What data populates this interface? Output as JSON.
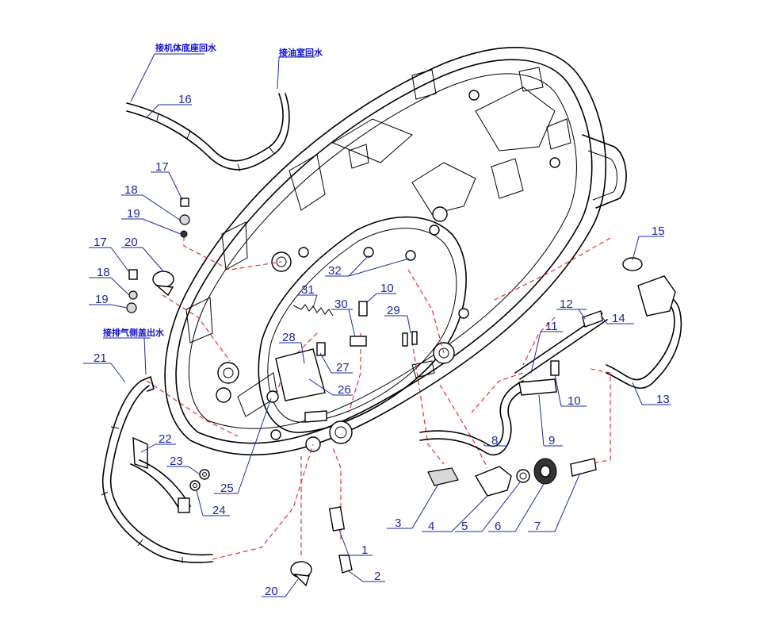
{
  "annotations": {
    "base_return_water": "接机体底座回水",
    "oil_chamber_return_water": "接油室回水",
    "exhaust_side_cover_outlet": "接排气侧盖出水"
  },
  "callouts": {
    "c1": "1",
    "c2": "2",
    "c3": "3",
    "c4": "4",
    "c5": "5",
    "c6": "6",
    "c7": "7",
    "c8": "8",
    "c9": "9",
    "c10a": "10",
    "c10b": "10",
    "c11": "11",
    "c12": "12",
    "c13": "13",
    "c14": "14",
    "c15": "15",
    "c16": "16",
    "c17a": "17",
    "c17b": "17",
    "c18a": "18",
    "c18b": "18",
    "c19a": "19",
    "c19b": "19",
    "c20a": "20",
    "c20b": "20",
    "c21": "21",
    "c22": "22",
    "c23": "23",
    "c24": "24",
    "c25": "25",
    "c26": "26",
    "c27": "27",
    "c28": "28",
    "c29": "29",
    "c30": "30",
    "c31": "31",
    "c32": "32"
  },
  "colors": {
    "line": "#000000",
    "leader": "#1a2a9c",
    "annotation": "#1010cc",
    "assembly_path": "#e02020"
  }
}
